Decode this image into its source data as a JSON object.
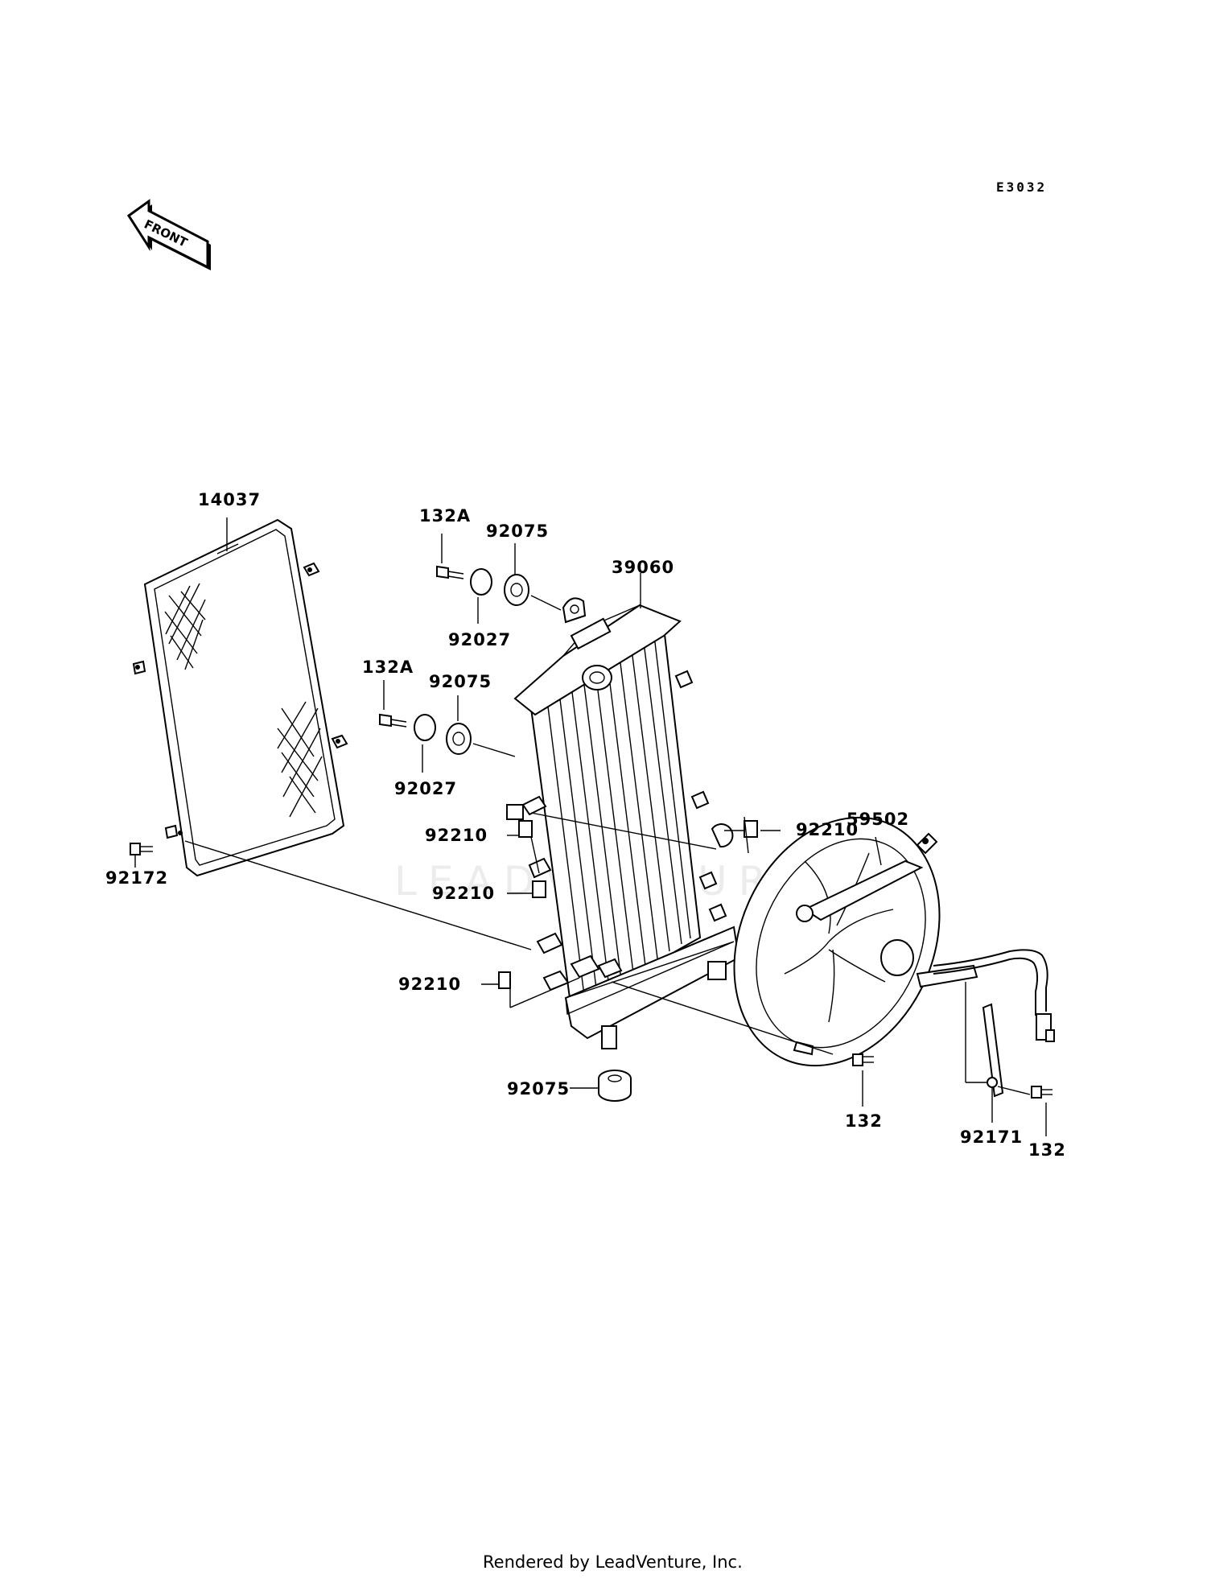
{
  "diagram": {
    "code": "E3032",
    "front_label": "FRONT",
    "watermark": "LEADVENTURE",
    "footer": "Rendered by LeadVenture, Inc.",
    "labels": {
      "p14037": "14037",
      "p132a_top": "132A",
      "p92075_top": "92075",
      "p39060": "39060",
      "p92027_top": "92027",
      "p132a_mid": "132A",
      "p92075_mid": "92075",
      "p92027_mid": "92027",
      "p92210_right": "92210",
      "p59502": "59502",
      "p92210_a": "92210",
      "p92172": "92172",
      "p92210_b": "92210",
      "p92210_c": "92210",
      "p92075_bottom": "92075",
      "p132_fan": "132",
      "p92171": "92171",
      "p132_right": "132"
    }
  }
}
